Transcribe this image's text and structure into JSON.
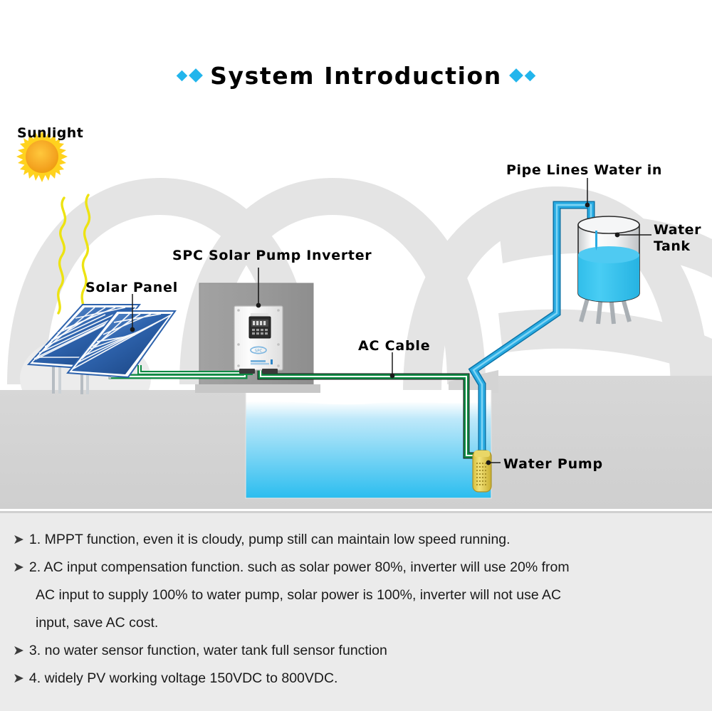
{
  "title": {
    "text": "System Introduction",
    "accent_color": "#22B5EC",
    "left_diamonds": [
      "diamond-small",
      "diamond-large"
    ],
    "right_diamonds": [
      "diamond-large",
      "diamond-small"
    ]
  },
  "diagram": {
    "labels": {
      "sunlight": "Sunlight",
      "solar_panel": "Solar Panel",
      "inverter": "SPC Solar Pump Inverter",
      "ac_cable": "AC Cable",
      "pipe_lines": "Pipe Lines Water in",
      "water_tank_line1": "Water",
      "water_tank_line2": "Tank",
      "water_pump": "Water Pump"
    },
    "colors": {
      "sun": "#F5A623",
      "sun_rays": "#FFD21E",
      "sunlight_beam": "#EDE312",
      "panel_blue": "#1E56A0",
      "cable_green": "#0E8A43",
      "pipe_blue": "#29ABE2",
      "water_blue": "#29C0F0",
      "pump_gold": "#E8D24A",
      "ground_grey": "#D4D4D4",
      "wall_grey": "#9E9E9E",
      "watermark_grey": "#E3E3E3"
    }
  },
  "notes": [
    {
      "bullet": "➤",
      "text": "1. MPPT function, even it is cloudy, pump still can maintain low speed running.",
      "continuation": []
    },
    {
      "bullet": "➤",
      "text": "2. AC input compensation function. such as solar power 80%, inverter will use 20% from",
      "continuation": [
        "AC input to supply 100% to water pump, solar power is 100%, inverter will not use AC",
        "input, save AC cost."
      ]
    },
    {
      "bullet": "➤",
      "text": "3. no water sensor function, water tank full sensor function",
      "continuation": []
    },
    {
      "bullet": "➤",
      "text": "4. widely PV working voltage 150VDC to 800VDC.",
      "continuation": []
    }
  ]
}
